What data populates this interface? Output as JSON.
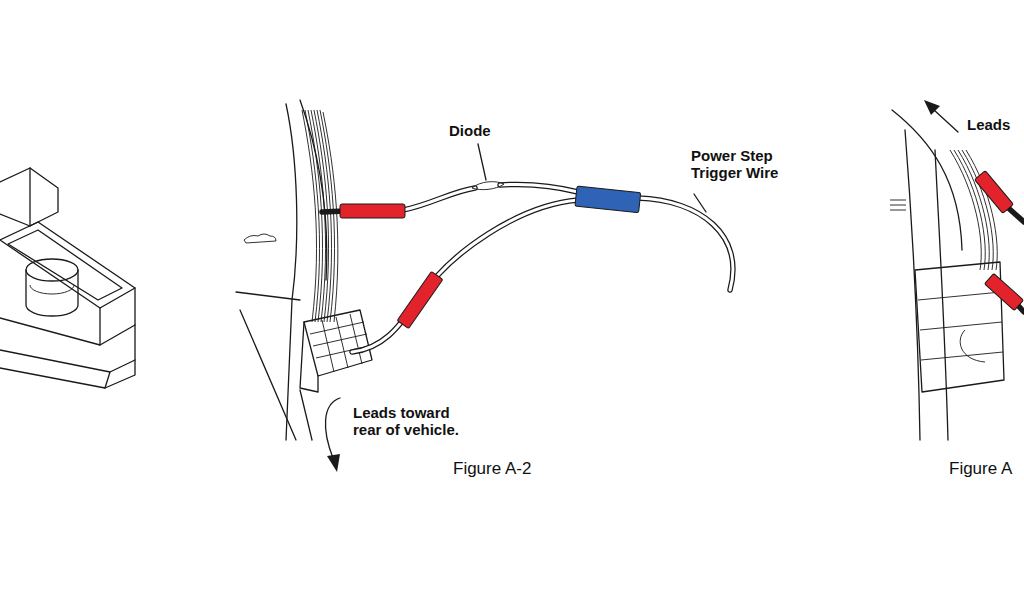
{
  "diagram": {
    "labels": [
      "Diode",
      "Power Step Trigger Wire",
      "Leads toward rear of vehicle.",
      "Figure A-2",
      "Leads",
      "Figure A"
    ]
  }
}
